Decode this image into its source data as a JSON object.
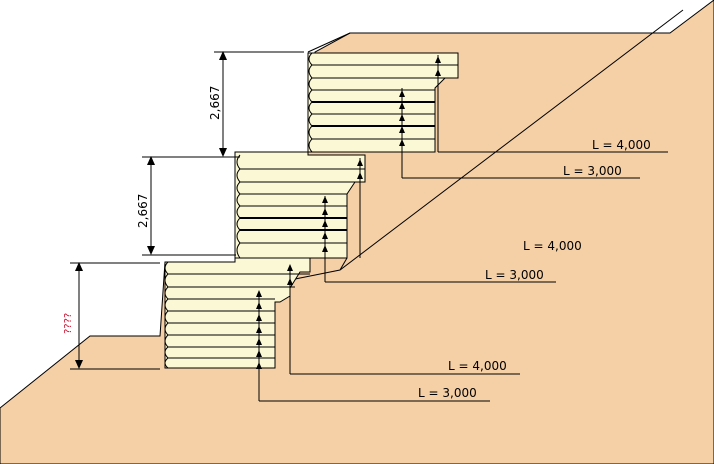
{
  "colors": {
    "soil": "#f5cfa5",
    "block": "#fbf8d6",
    "line": "#000000",
    "unknown_dim": "#c8102e"
  },
  "labels": {
    "top_L4": "L = 4,000",
    "top_L3": "L = 3,000",
    "mid_L4": "L = 4,000",
    "mid_L3": "L = 3,000",
    "bot_L4": "L = 4,000",
    "bot_L3": "L = 3,000"
  },
  "dims": {
    "top": "2,667",
    "mid": "2,667",
    "bottom": "????"
  },
  "icons": {
    "arrow": "arrowhead-icon"
  }
}
